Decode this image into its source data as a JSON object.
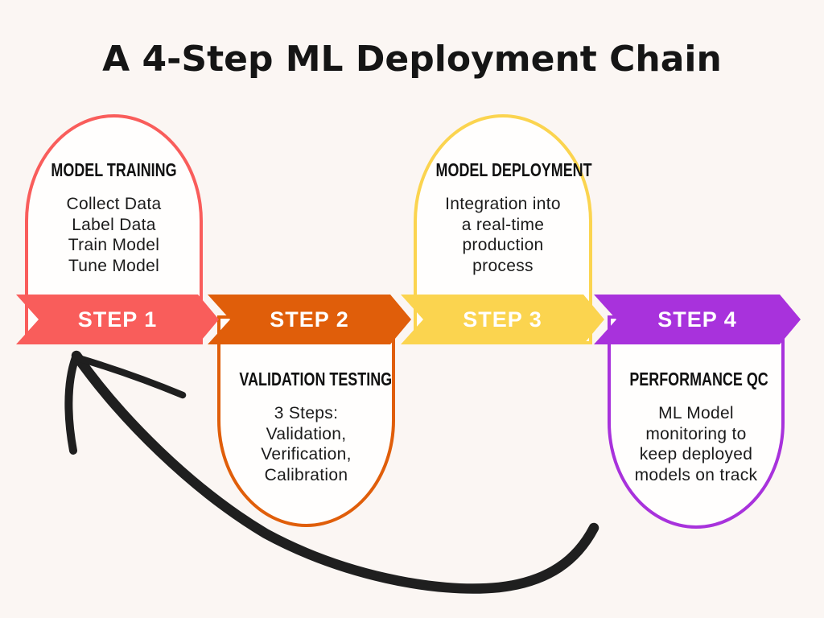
{
  "title": "A 4-Step ML Deployment Chain",
  "background_color": "#FBF6F3",
  "arrow_color": "#1F1F1F",
  "steps": [
    {
      "label": "STEP 1",
      "heading": "MODEL TRAINING",
      "lines": [
        "Collect Data",
        "Label Data",
        "Train Model",
        "Tune Model"
      ],
      "color": "#F95D5B"
    },
    {
      "label": "STEP 2",
      "heading": "VALIDATION TESTING",
      "lines": [
        "3 Steps:",
        "Validation,",
        "Verification,",
        "Calibration"
      ],
      "color": "#E05E0A"
    },
    {
      "label": "STEP 3",
      "heading": "MODEL DEPLOYMENT",
      "lines": [
        "Integration into",
        "a real-time",
        "production",
        "process"
      ],
      "color": "#FBD44F"
    },
    {
      "label": "STEP 4",
      "heading": "PERFORMANCE QC",
      "lines": [
        "ML Model",
        "monitoring to",
        "keep deployed",
        "models on track"
      ],
      "color": "#A832DC"
    }
  ]
}
